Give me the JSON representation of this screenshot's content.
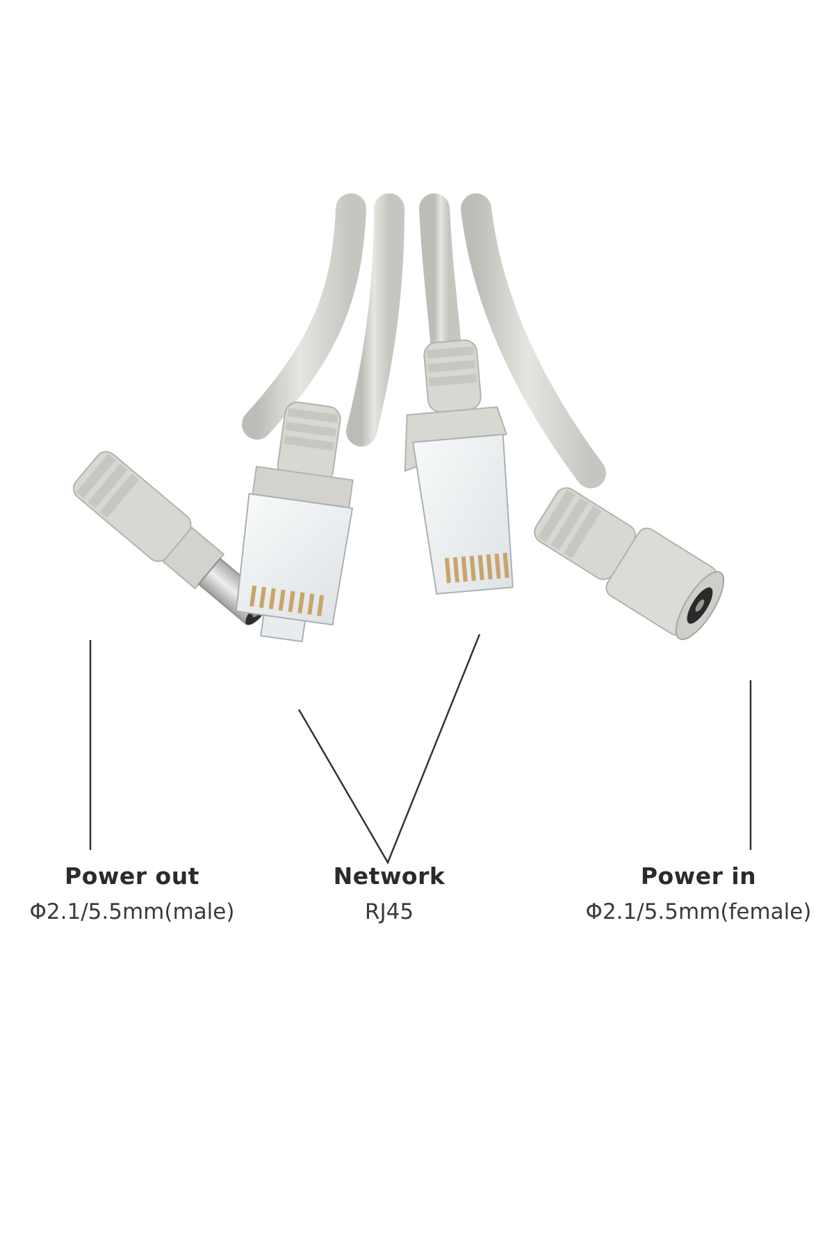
{
  "labels": {
    "power_out": {
      "title": "Power out",
      "spec": "Φ2.1/5.5mm(male)"
    },
    "network": {
      "title": "Network",
      "spec": "RJ45"
    },
    "power_in": {
      "title": "Power in",
      "spec": "Φ2.1/5.5mm(female)"
    }
  },
  "colors": {
    "cable": "#d9d8d3",
    "cable_shadow": "#b9b8b3",
    "plug_clear": "#eceff0",
    "metal": "#c8c8c8",
    "leader_line": "#333333"
  }
}
